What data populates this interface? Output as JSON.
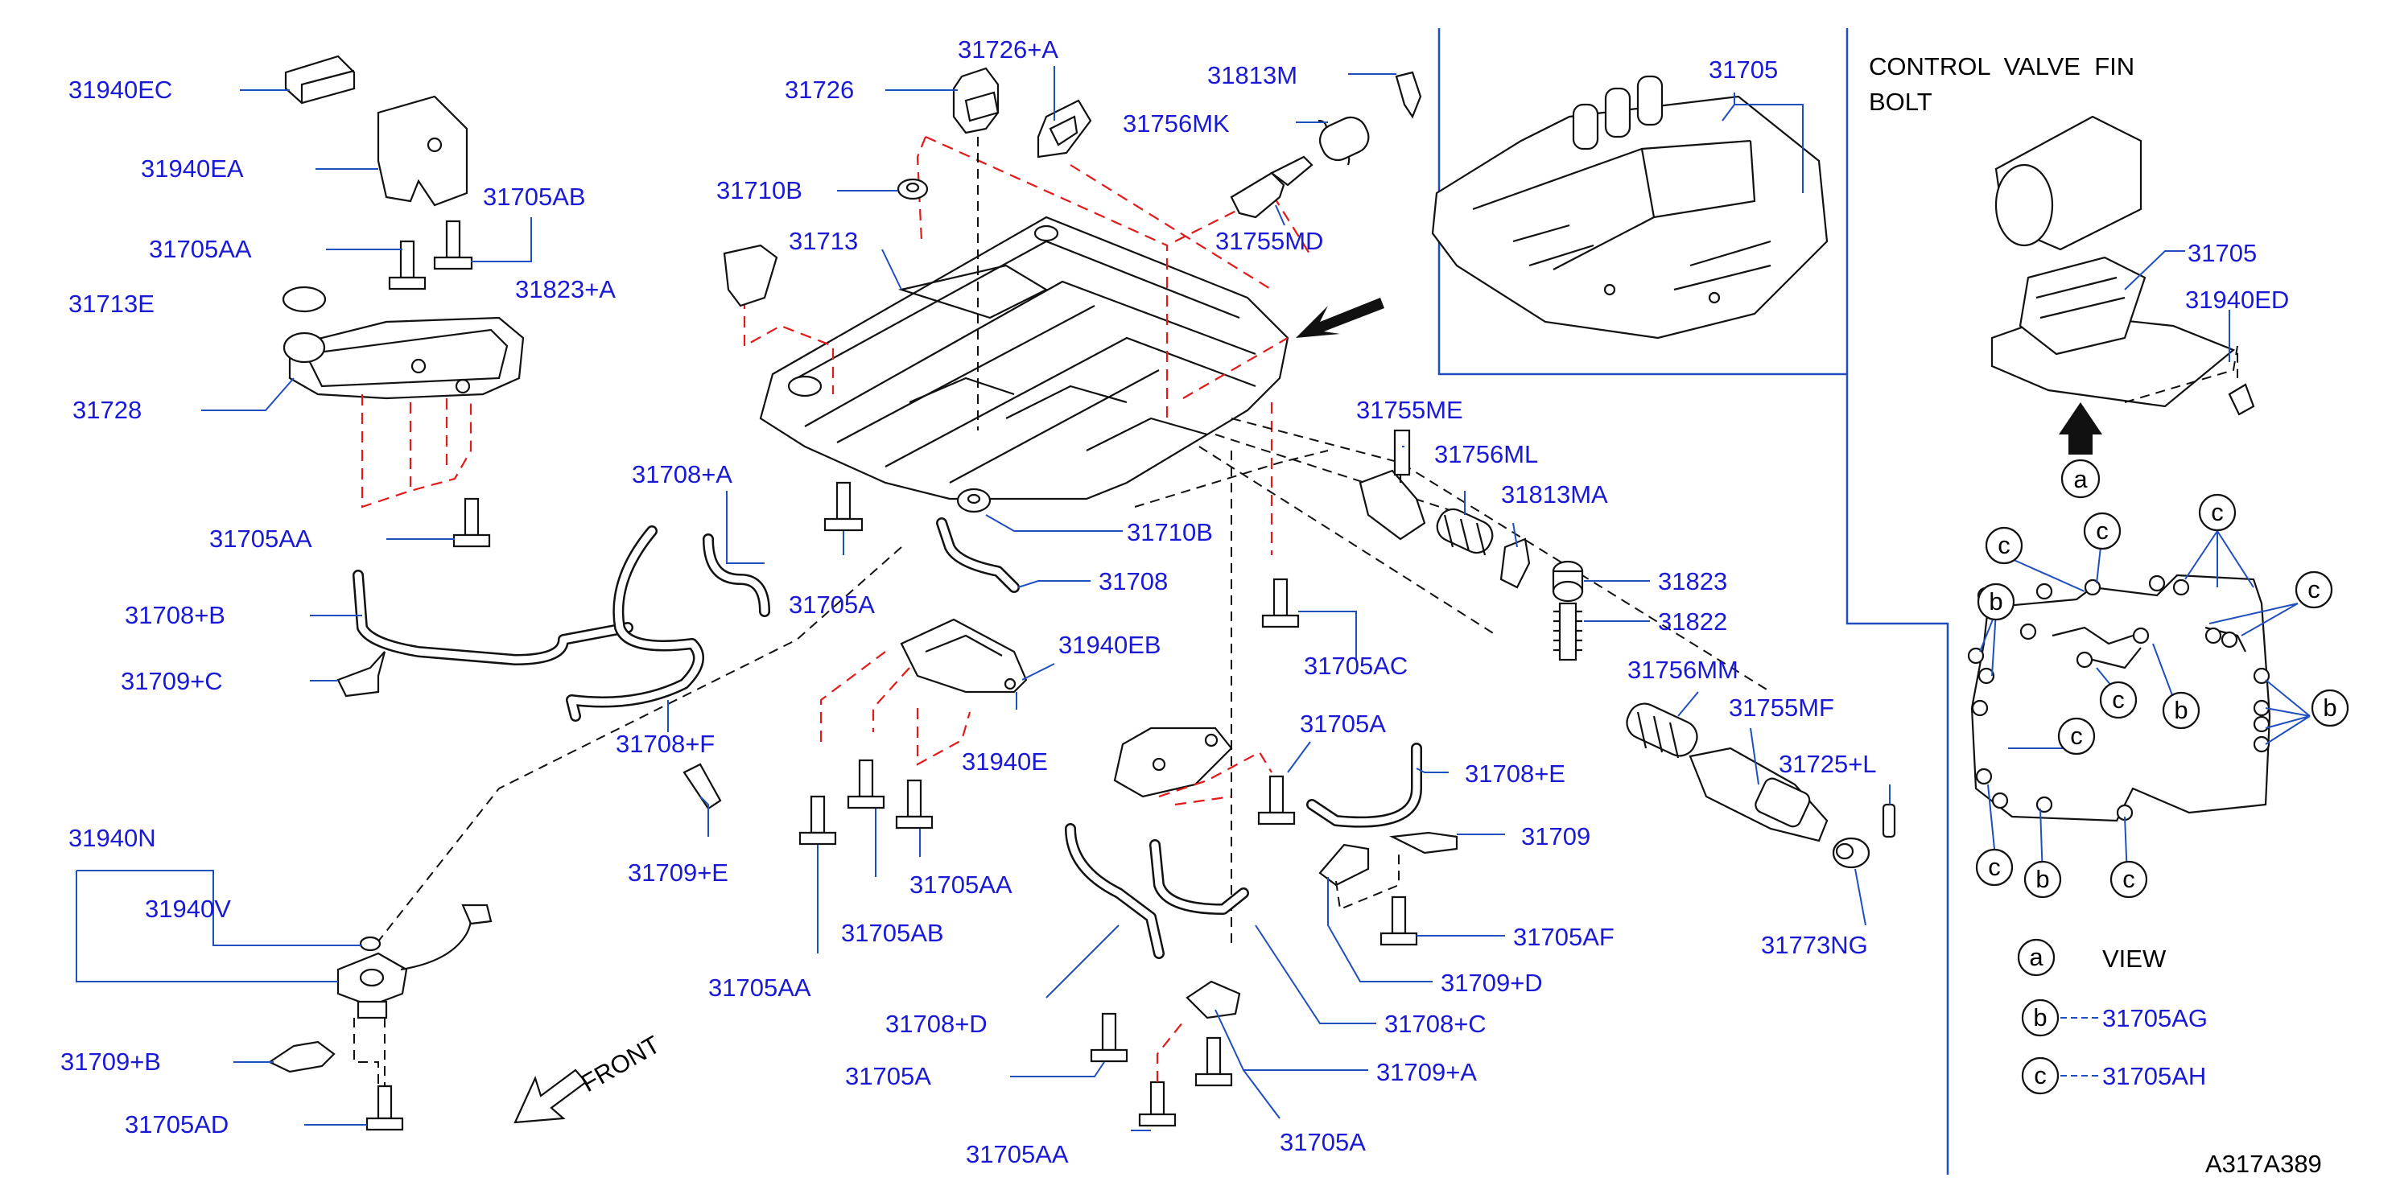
{
  "labels": {
    "p31940EC": "31940EC",
    "p31940EA": "31940EA",
    "p31705AB_a": "31705AB",
    "p31705AA_a": "31705AA",
    "p31713E": "31713E",
    "p31823A": "31823+A",
    "p31728": "31728",
    "p31705AA_b": "31705AA",
    "p31708A": "31708+A",
    "p31708B": "31708+B",
    "p31709C": "31709+C",
    "p31708F": "31708+F",
    "p31940N": "31940N",
    "p31940V": "31940V",
    "p31709B": "31709+B",
    "p31705AD": "31705AD",
    "p31726": "31726",
    "p31726A": "31726+A",
    "p31710B_a": "31710B",
    "p31713": "31713",
    "p31813M": "31813M",
    "p31756MK": "31756MK",
    "p31755MD": "31755MD",
    "p31705": "31705",
    "p31705A_a": "31705A",
    "p31710B_b": "31710B",
    "p31708": "31708",
    "p31940EB": "31940EB",
    "p31940E": "31940E",
    "p31709E": "31709+E",
    "p31705AA_c": "31705AA",
    "p31705AB_b": "31705AB",
    "p31705AA_d": "31705AA",
    "p31708D": "31708+D",
    "p31705A_b": "31705A",
    "p31705AA_e": "31705AA",
    "p31705A_c": "31705A",
    "p31709A": "31709+A",
    "p31708C": "31708+C",
    "p31705A_d": "31705A",
    "p31708E": "31708+E",
    "p31709": "31709",
    "p31705AF": "31705AF",
    "p31709D": "31709+D",
    "p31755ME": "31755ME",
    "p31756ML": "31756ML",
    "p31813MA": "31813MA",
    "p31823": "31823",
    "p31822": "31822",
    "p31705AC": "31705AC",
    "p31756MM": "31756MM",
    "p31755MF": "31755MF",
    "p31725L": "31725+L",
    "p31773NG": "31773NG",
    "p31705_view": "31705",
    "p31940ED": "31940ED"
  },
  "inset": {
    "title_line1": "CONTROL  VALVE  FIN",
    "title_line2": "BOLT",
    "view_marker": "a"
  },
  "callouts": {
    "b": "b",
    "c": "c"
  },
  "legend": {
    "a_symbol": "a",
    "a_text": "VIEW",
    "b_symbol": "b",
    "b_part": "31705AG",
    "c_symbol": "c",
    "c_part": "31705AH"
  },
  "front_label": "FRONT",
  "diagram_code": "A317A389",
  "colors": {
    "part_number": "#1a1ad6",
    "leader": "#1f4fbf",
    "hidden_line": "#e21a1a",
    "outline": "#111111"
  }
}
